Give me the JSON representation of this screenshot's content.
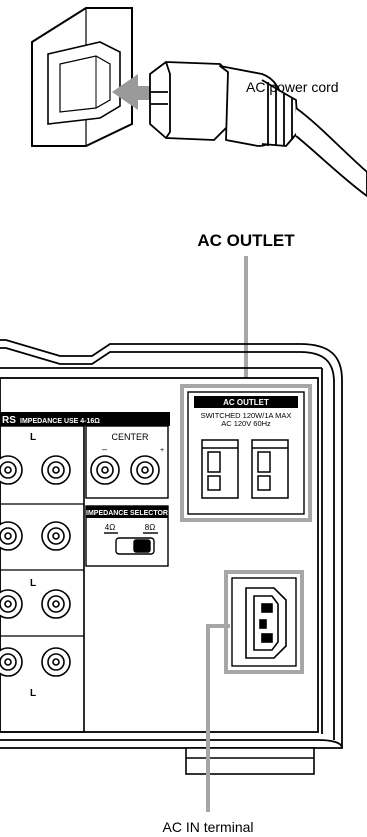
{
  "callouts": {
    "power_cord": "AC power cord",
    "ac_outlet": "AC OUTLET",
    "ac_in_terminal": "AC IN terminal"
  },
  "panel": {
    "speakers_header_prefix": "RS",
    "speakers_impedance": "IMPEDANCE USE 4-16Ω",
    "center_label": "CENTER",
    "left_label": "L",
    "plus_sign": "+",
    "minus_sign": "–",
    "impedance_selector": "IMPEDANCE SELECTOR",
    "imp_4ohm": "4Ω",
    "imp_8ohm": "8Ω",
    "outlet_title": "AC OUTLET",
    "outlet_rating_1": "SWITCHED 120W/1A MAX",
    "outlet_rating_2": "AC 120V  60Hz"
  },
  "colors": {
    "callout_line": "#a6a6a6",
    "arrow": "#9a9a9a",
    "line_art": "#000000",
    "label_bar": "#000000"
  }
}
